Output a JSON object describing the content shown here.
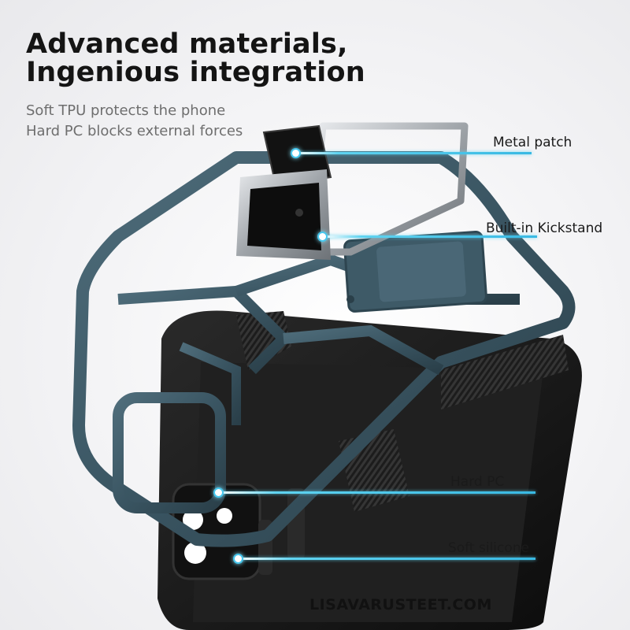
{
  "headline": {
    "line1": "Advanced materials,",
    "line2": "Ingenious integration"
  },
  "subtext": {
    "line1": "Soft TPU protects the phone",
    "line2": "Hard PC blocks external forces"
  },
  "callouts": {
    "metal_patch": "Metal patch",
    "kickstand": "Built-in Kickstand",
    "hard_pc": "Hard PC",
    "soft_silicone": "Soft silicone"
  },
  "brand": "LISAVARUSTEET.COM",
  "colors": {
    "case_frame": "#3b5663",
    "inner_shell": "#141414",
    "accent_line": "#46c7ee",
    "kickstand_metal": "#b9bcc0"
  }
}
